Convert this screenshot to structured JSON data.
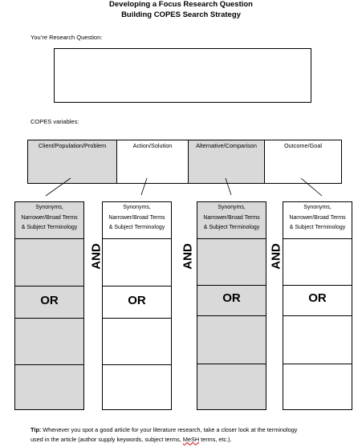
{
  "header": {
    "title_line1": "Developing a Focus Research Question",
    "title_line2": "Building COPES Search Strategy"
  },
  "question": {
    "label": "You’re Research Question:",
    "value": ""
  },
  "copes": {
    "label": "COPES variables:",
    "variables": [
      "Client/Population/Problem",
      "Action/Solution",
      "Alternative/Comparison",
      "Outcome/Goal"
    ]
  },
  "columns": {
    "header_line1": "Synonyms,",
    "header_line2": "Narrower/Broad Terms",
    "header_line3": "& Subject Terminology",
    "or_label": "OR",
    "and_label": "AND"
  },
  "tip": {
    "bold": "Tip:",
    "text_line1": " Whenever you spot a good article for your literature research, take a closer look at the terminology",
    "text_line2_a": "used in the article (author supply keywords, subject terms, ",
    "mesh": "MeSH",
    "text_line2_b": " terms, etc.)."
  },
  "colors": {
    "shade": "#d9d9d9",
    "border": "#000000"
  }
}
